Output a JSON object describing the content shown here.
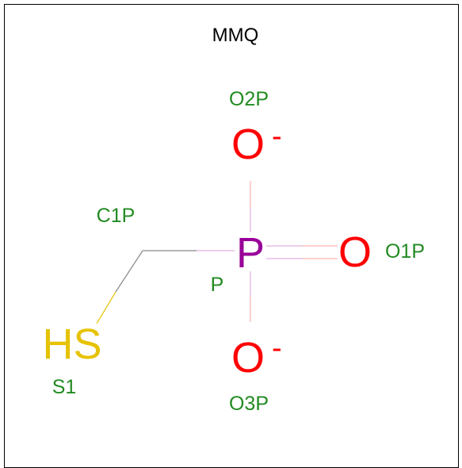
{
  "title": "MMQ",
  "colors": {
    "oxygen": "#ff0000",
    "phosphorus": "#990099",
    "sulfur": "#e6c200",
    "label": "#228b22",
    "carbon_bond": "#888888",
    "p_bond": "#e0b0e0",
    "o_bond": "#ffb0b0",
    "title": "#000000"
  },
  "atoms": {
    "o2p": {
      "symbol": "O",
      "charge": "-",
      "label": "O2P"
    },
    "o1p": {
      "symbol": "O",
      "label": "O1P"
    },
    "p": {
      "symbol": "P",
      "label": "P"
    },
    "o3p": {
      "symbol": "O",
      "charge": "-",
      "label": "O3P"
    },
    "s1": {
      "symbol": "HS",
      "label": "S1"
    },
    "c1p": {
      "label": "C1P"
    }
  }
}
